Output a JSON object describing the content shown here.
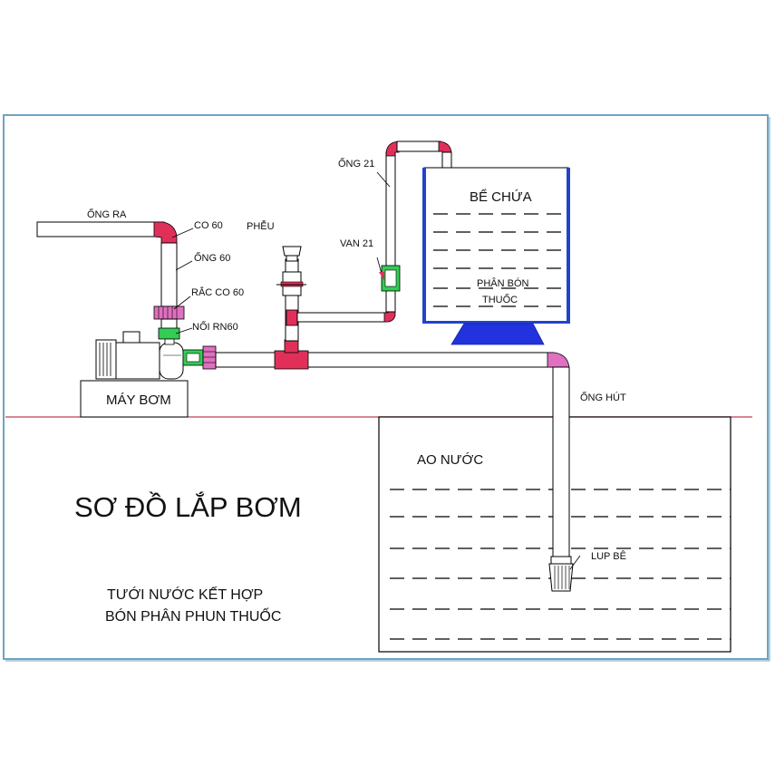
{
  "diagram": {
    "title": "SƠ ĐỒ LẮP BƠM",
    "subtitle_line1": "TƯỚI NƯỚC KẾT HỢP",
    "subtitle_line2": "BÓN PHÂN PHUN THUỐC",
    "labels": {
      "ong_ra": "ỐNG RA",
      "co_60": "CO 60",
      "ong_60": "ỐNG 60",
      "rac_co_60": "RẮC CO 60",
      "noi_rn60": "NỐI RN60",
      "may_bom": "MÁY BƠM",
      "pheu": "PHỄU",
      "van_21": "VAN 21",
      "ong_21": "ỐNG 21",
      "be_chua": "BỂ CHỨA",
      "phan_bon_1": "PHÂN BÓN",
      "phan_bon_2": "THUỐC",
      "ong_hut": "ỐNG HÚT",
      "ao_nuoc": "AO NƯỚC",
      "lup_be": "LUP BÊ"
    },
    "colors": {
      "frame": "#6fa3c2",
      "ground_line": "#c04050",
      "fitting_red": "#e0305a",
      "fitting_green": "#33cc55",
      "fitting_pink": "#e070c0",
      "tank_border": "#2244cc",
      "tank_stand": "#2233dd"
    }
  }
}
